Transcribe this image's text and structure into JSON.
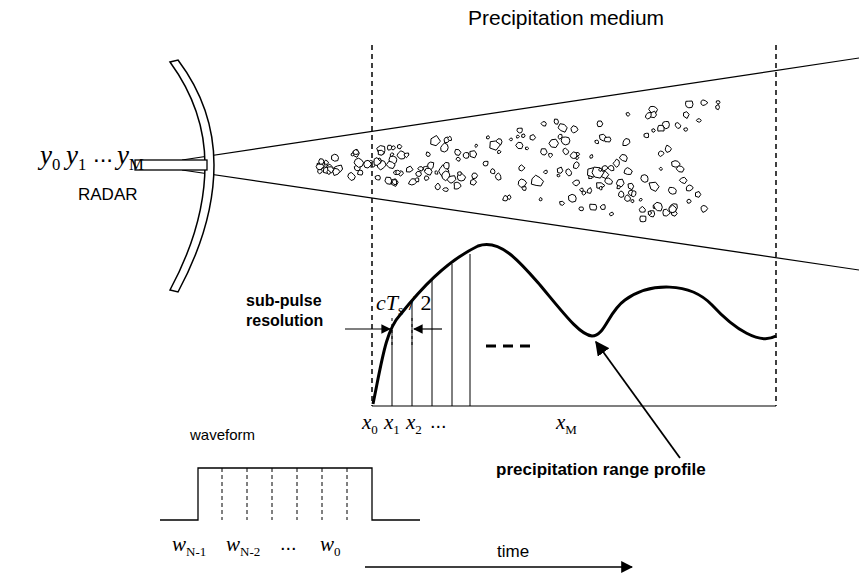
{
  "diagram": {
    "title": "Precipitation medium",
    "labels": [
      "y0",
      "y1",
      "...",
      "yM",
      "RADAR",
      "sub-pulse resolution",
      "cTs / 2",
      "x0",
      "x1",
      "x2",
      "...",
      "xM",
      "precipitation range profile",
      "waveform",
      "wN-1",
      "wN-2",
      "...",
      "w0",
      "time"
    ]
  }
}
